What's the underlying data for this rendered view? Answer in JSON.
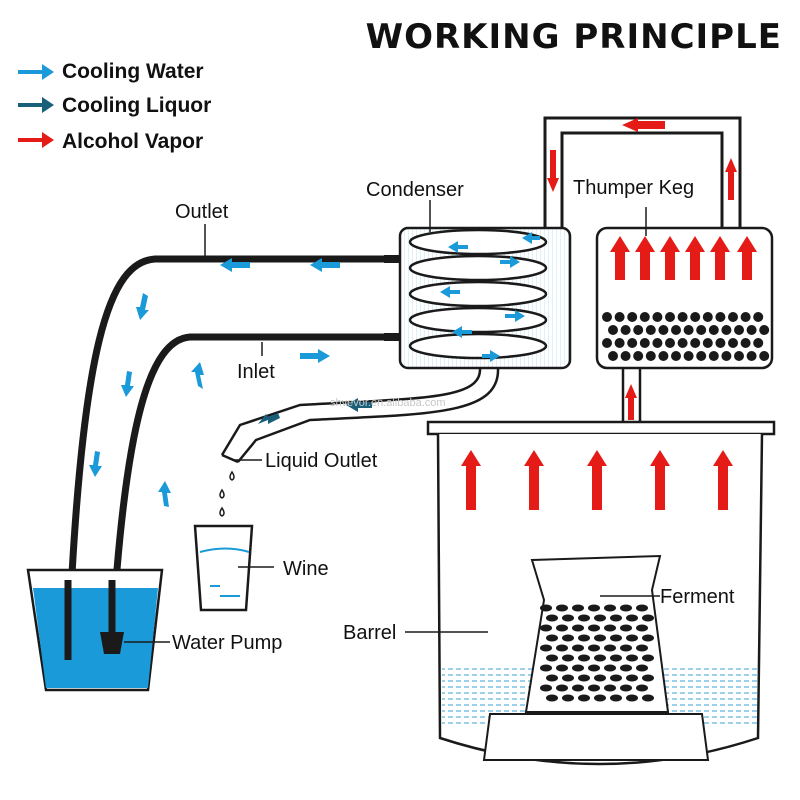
{
  "title": "WORKING PRINCIPLE",
  "legend": [
    {
      "label": "Cooling Water",
      "color": "#1a9ad9"
    },
    {
      "label": "Cooling Liquor",
      "color": "#1a5f7a"
    },
    {
      "label": "Alcohol Vapor",
      "color": "#e41b17"
    }
  ],
  "labels": {
    "condenser": "Condenser",
    "thumper_keg": "Thumper Keg",
    "outlet": "Outlet",
    "inlet": "Inlet",
    "liquid_outlet": "Liquid Outlet",
    "wine": "Wine",
    "water_pump": "Water Pump",
    "barrel": "Barrel",
    "ferment": "Ferment"
  },
  "watermark": "shvevor.en.alibaba.com",
  "colors": {
    "water_fill": "#1a9ad9",
    "cooling_water_arrow": "#1a9ad9",
    "cooling_liquor_arrow": "#1a5f7a",
    "vapor_arrow": "#e41b17",
    "outline": "#1a1a1a"
  }
}
